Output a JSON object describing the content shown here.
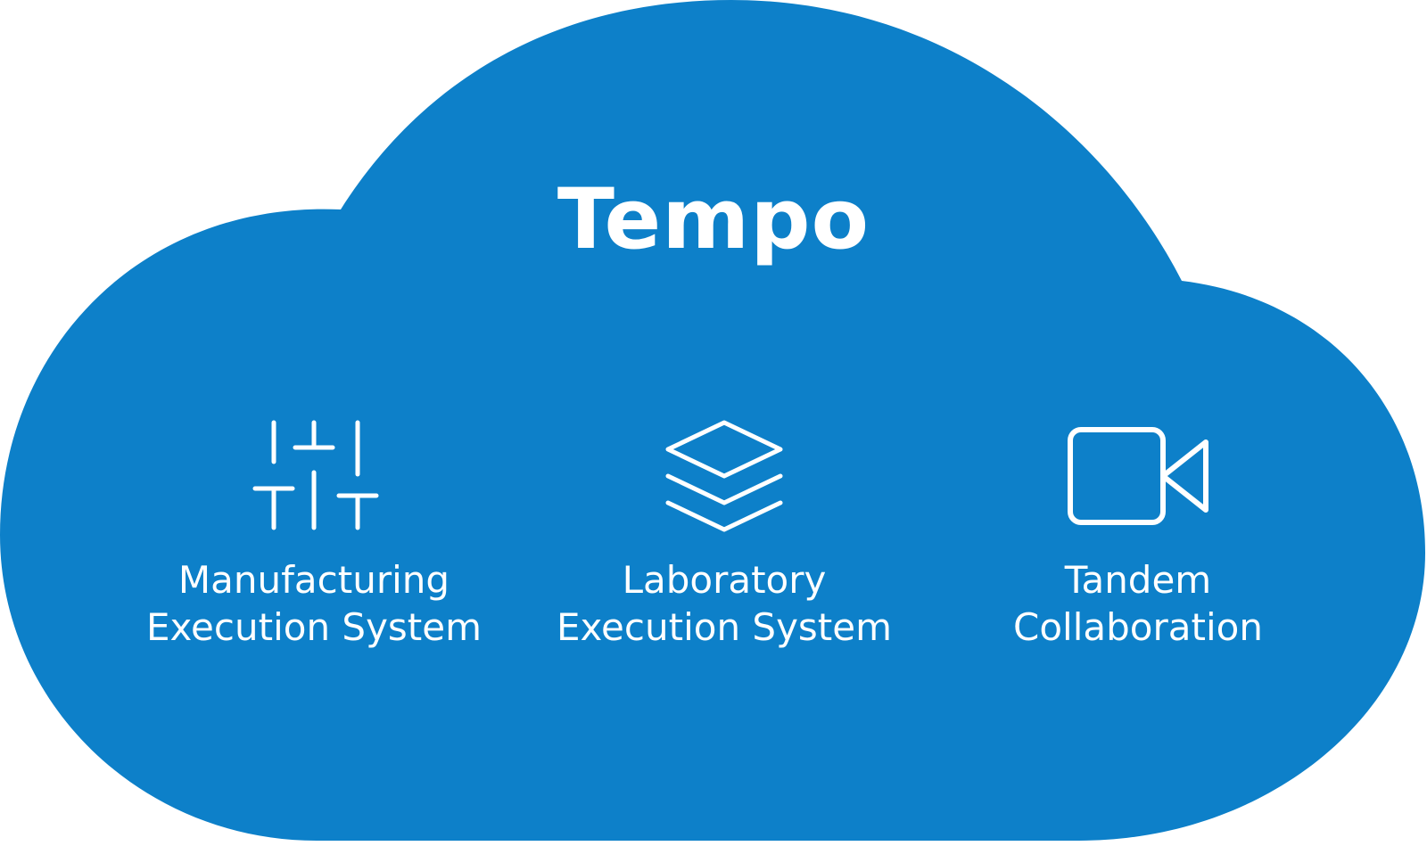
{
  "colors": {
    "cloud": "#0d80c9",
    "text": "#ffffff",
    "background": "#ffffff"
  },
  "title": "Tempo",
  "items": [
    {
      "icon": "sliders-icon",
      "line1": "Manufacturing",
      "line2": "Execution System"
    },
    {
      "icon": "layers-icon",
      "line1": "Laboratory",
      "line2": "Execution System"
    },
    {
      "icon": "video-camera-icon",
      "line1": "Tandem",
      "line2": "Collaboration"
    }
  ]
}
